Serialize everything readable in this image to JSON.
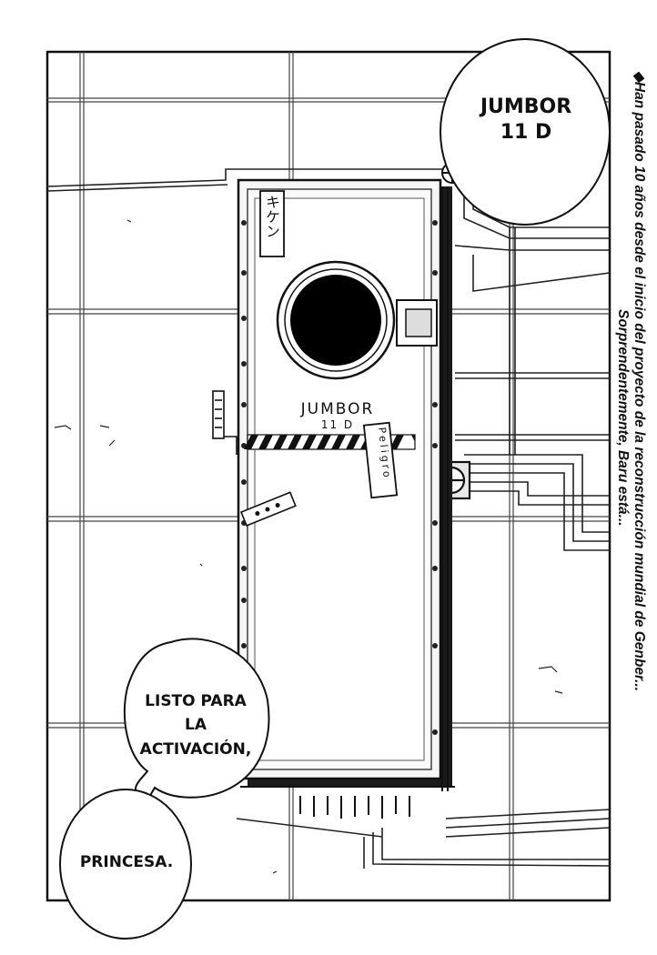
{
  "caption": {
    "line1": "◆Han pasado 10 años desde el inicio del proyecto de la reconstrucción mundial de Genber...",
    "line2": "Sorprendentemente, Baru está..."
  },
  "bubbles": {
    "top": [
      "JUMBOR",
      "11 D"
    ],
    "middle": [
      "LISTO PARA",
      "LA",
      "ACTIVACIÓN,"
    ],
    "bottom": [
      "PRINCESA."
    ]
  },
  "machine": {
    "label_line1": "JUMBOR",
    "label_line2": "11 D",
    "tag_kanji": "キケン",
    "tag_peligro": "Peligro"
  }
}
